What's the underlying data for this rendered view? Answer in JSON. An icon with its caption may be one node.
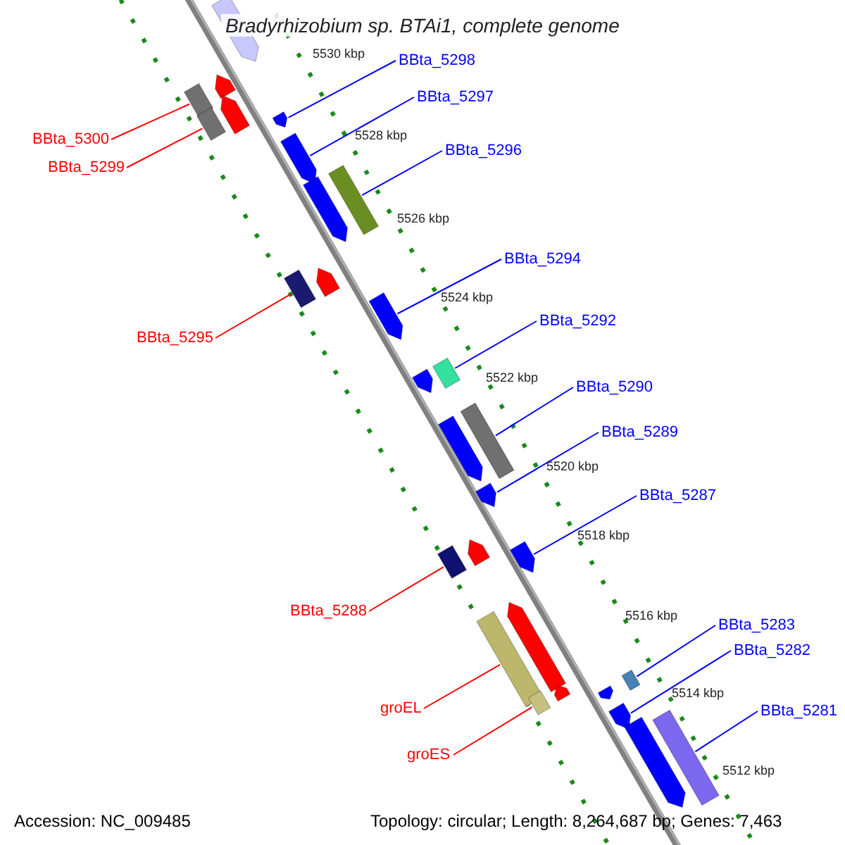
{
  "diagram": {
    "title": "Bradyrhizobium sp. BTAi1, complete genome",
    "nodes": [
      {
        "text": [
          "BBta_5298"
        ]
      },
      {
        "text": [
          "BBta_5297"
        ]
      },
      {
        "text": [
          "BBta_5300"
        ]
      },
      {
        "text": [
          "BBta_5299"
        ]
      },
      {
        "text": [
          "BBta_5296"
        ]
      },
      {
        "text": [
          "BBta_5294"
        ]
      },
      {
        "text": [
          "BBta_5292"
        ]
      },
      {
        "text": [
          "BBta_5295"
        ]
      },
      {
        "text": [
          "BBta_5290"
        ]
      },
      {
        "text": [
          "BBta_5289"
        ]
      },
      {
        "text": [
          "BBta_5287"
        ]
      },
      {
        "text": [
          "BBta_5288"
        ]
      },
      {
        "text": [
          "BBta_5283"
        ]
      },
      {
        "text": [
          "BBta_5282"
        ]
      },
      {
        "text": [
          "groEL"
        ]
      },
      {
        "text": [
          "BBta_5281"
        ]
      },
      {
        "text": [
          "groES"
        ]
      },
      {
        "text": [],
        "shape": "bar"
      },
      {
        "text": [],
        "shape": "bar"
      },
      {
        "text": [],
        "shape": "bar"
      },
      {
        "text": [],
        "shape": "bar"
      },
      {
        "text": [],
        "shape": "bar"
      },
      {
        "text": [],
        "shape": "bar"
      },
      {
        "text": [],
        "shape": "bar"
      },
      {
        "text": [],
        "shape": "bar"
      },
      {
        "text": [],
        "shape": "bar"
      },
      {
        "text": [],
        "shape": "bar"
      },
      {
        "text": [],
        "shape": "bar"
      },
      {
        "text": [],
        "shape": "bar"
      },
      {
        "text": [],
        "shape": "bar"
      },
      {
        "text": [],
        "shape": "bar"
      },
      {
        "text": [],
        "shape": "bar"
      },
      {
        "text": [],
        "shape": "bar"
      },
      {
        "text": [],
        "shape": "bar"
      },
      {
        "text": [],
        "shape": "bar"
      },
      {
        "text": [],
        "shape": "bar"
      },
      {
        "text": [],
        "shape": "bar"
      },
      {
        "text": [],
        "shape": "bar"
      },
      {
        "text": [],
        "shape": "bar"
      },
      {
        "text": [],
        "shape": "bar"
      },
      {
        "text": [],
        "shape": "bar"
      },
      {
        "text": [],
        "shape": "bar"
      },
      {
        "text": [],
        "shape": "bar"
      },
      {
        "text": [],
        "shape": "bar"
      },
      {
        "text": [],
        "shape": "bar"
      },
      {
        "text": [],
        "shape": "bar"
      }
    ],
    "edges": [
      {
        "from": 0,
        "to": 17,
        "arrow": "none"
      },
      {
        "from": 1,
        "to": 18,
        "arrow": "none"
      },
      {
        "from": 2,
        "to": 19,
        "arrow": "none",
        "color": "#ff0000"
      },
      {
        "from": 3,
        "to": 20,
        "arrow": "none",
        "color": "#ff0000"
      },
      {
        "from": 4,
        "to": 21,
        "arrow": "none"
      },
      {
        "from": 5,
        "to": 22,
        "arrow": "none"
      },
      {
        "from": 6,
        "to": 23,
        "arrow": "none"
      },
      {
        "from": 7,
        "to": 24,
        "arrow": "none",
        "color": "#ff0000"
      },
      {
        "from": 8,
        "to": 25,
        "arrow": "none"
      },
      {
        "from": 9,
        "to": 26,
        "arrow": "none"
      },
      {
        "from": 10,
        "to": 27,
        "arrow": "none"
      },
      {
        "from": 11,
        "to": 28,
        "arrow": "none",
        "color": "#ff0000"
      },
      {
        "from": 12,
        "to": 29,
        "arrow": "none"
      },
      {
        "from": 13,
        "to": 30,
        "arrow": "none"
      },
      {
        "from": 14,
        "to": 31,
        "arrow": "none",
        "color": "#ff0000"
      },
      {
        "from": 15,
        "to": 32,
        "arrow": "none"
      },
      {
        "from": 16,
        "to": 33,
        "arrow": "none",
        "color": "#ff0000"
      }
    ],
    "labels": [
      "5530 kbp",
      "5528 kbp",
      "5526 kbp",
      "5524 kbp",
      "5522 kbp",
      "5520 kbp",
      "5518 kbp",
      "5516 kbp",
      "5514 kbp",
      "5512 kbp",
      "Accession: NC_009485",
      "Topology: circular; Length: 8,264,687 bp; Genes: 7,463"
    ]
  }
}
